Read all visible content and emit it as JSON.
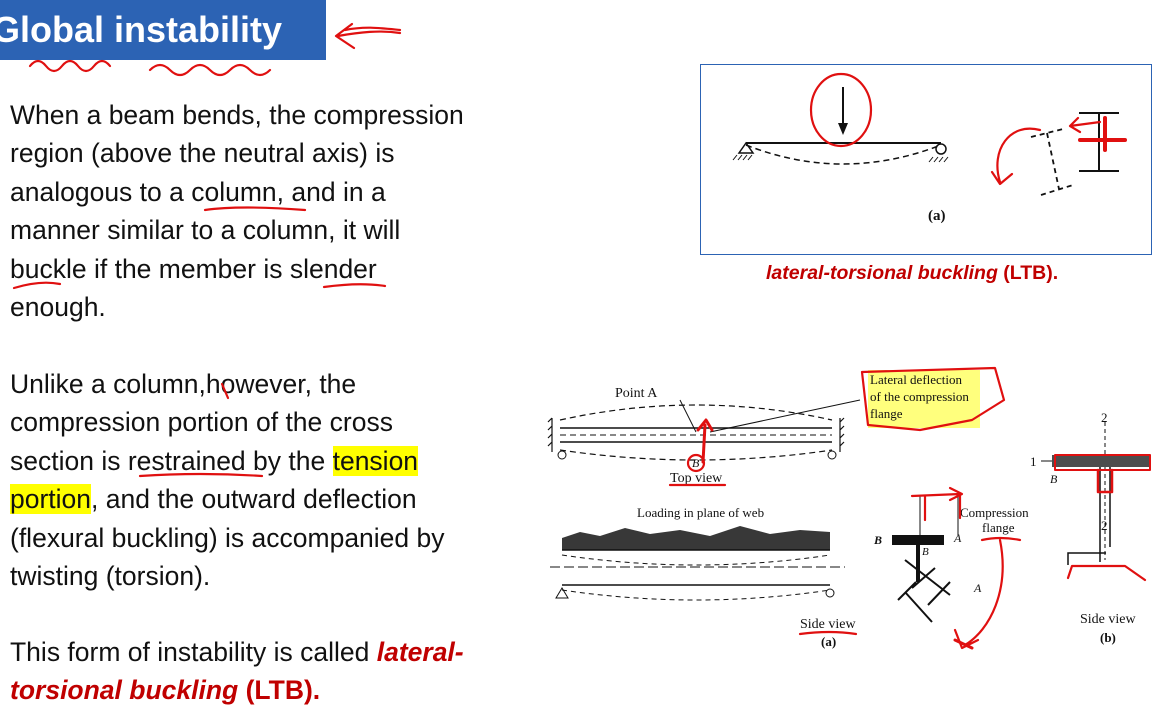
{
  "title": "Global instability",
  "paragraph1": {
    "lines": [
      "When a beam bends, the compression",
      "region (above the neutral axis) is",
      "analogous to a column, and in a",
      "manner similar to a column, it will",
      "buckle if the member is slender",
      "enough."
    ]
  },
  "paragraph2": {
    "line1": "Unlike a column,however, the",
    "line2": "compression portion of the cross",
    "line3_pre": "section is restrained by the ",
    "line3_hl": "tension",
    "line4_hl": "portion",
    "line4_post": ", and the outward deflection",
    "line5": "(flexural buckling) is accompanied by",
    "line6": "twisting (torsion)."
  },
  "paragraph3": {
    "pre": "This form of instability is called ",
    "term_part1": "lateral-",
    "term_part2": "torsional buckling",
    "abbrev": " (LTB)."
  },
  "caption": {
    "term": "lateral-torsional buckling",
    "abbrev": " (LTB)."
  },
  "figure_a": {
    "label": "(a)"
  },
  "figure_b": {
    "point_a": "Point A",
    "top_view": "Top view",
    "point_b": "B",
    "lateral_line1": "Lateral deflection",
    "lateral_line2": "of the compression",
    "lateral_line3": "flange",
    "loading": "Loading in plane of web",
    "side_view_a": "Side view",
    "label_a": "(a)",
    "compression_line1": "Compression",
    "compression_line2": "flange",
    "label_B": "B",
    "label_A": "A",
    "label_A2": "A",
    "label_Bsmall": "B",
    "axis_2_top": "2",
    "axis_1": "1",
    "axis_B": "B",
    "axis_2_mid": "2",
    "side_view_b": "Side view",
    "label_b": "(b)"
  },
  "colors": {
    "title_bg": "#2c63b4",
    "accent_red": "#c00000",
    "highlight": "#ffff00",
    "ink_red": "#e01010"
  }
}
